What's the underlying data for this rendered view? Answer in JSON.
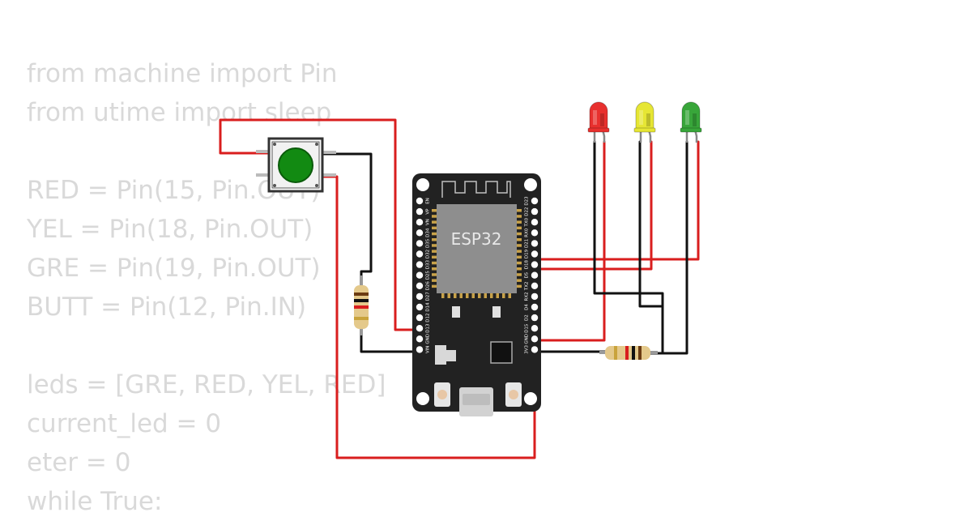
{
  "code": {
    "lines": [
      "from machine import Pin",
      "from utime import sleep",
      "",
      "RED = Pin(15, Pin.OUT)",
      "YEL = Pin(18, Pin.OUT)",
      "GRE = Pin(19, Pin.OUT)",
      "BUTT = Pin(12, Pin.IN)",
      "",
      "leds = [GRE, RED, YEL, RED]",
      "current_led = 0",
      "eter = 0",
      "while True:"
    ]
  },
  "board": {
    "chip_label": "ESP32",
    "left_pins": [
      "EN",
      "VP",
      "VN",
      "D34",
      "D35",
      "D32",
      "D33",
      "D25",
      "D26",
      "D27",
      "D14",
      "D12",
      "D13",
      "GND",
      "VIN"
    ],
    "right_pins": [
      "D23",
      "D22",
      "TX0",
      "RX0",
      "D21",
      "D19",
      "D18",
      "D5",
      "TX2",
      "RX2",
      "D4",
      "D2",
      "D15",
      "GND",
      "3V3"
    ]
  },
  "leds": [
    {
      "color_name": "red",
      "color": "#e8302e"
    },
    {
      "color_name": "yellow",
      "color": "#e6e634"
    },
    {
      "color_name": "green",
      "color": "#38a63a"
    }
  ],
  "button": {
    "color": "#128a12"
  },
  "wire_colors": {
    "red": "#d91e1e",
    "black": "#111111"
  }
}
